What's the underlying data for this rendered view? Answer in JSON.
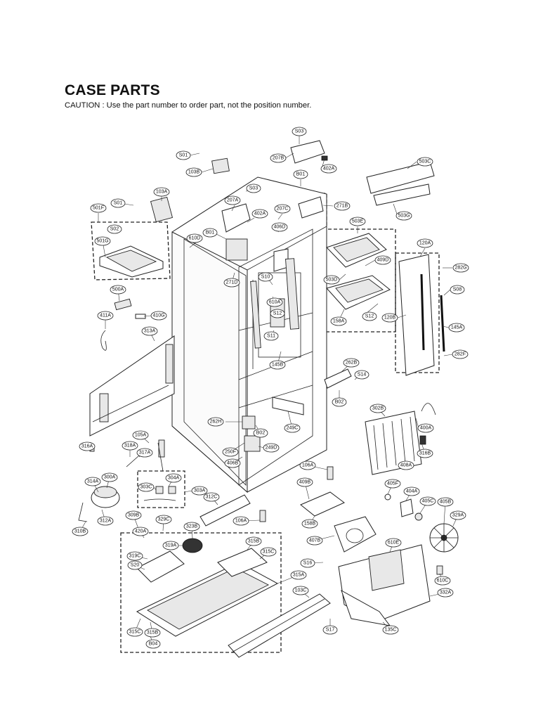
{
  "document": {
    "title": "CASE PARTS",
    "caution": "CAUTION : Use the part number to order part, not the position number."
  },
  "labels": [
    {
      "id": "S03a",
      "text": "S03"
    },
    {
      "id": "S01a",
      "text": "S01"
    },
    {
      "id": "207B",
      "text": "207B"
    },
    {
      "id": "402Aa",
      "text": "402A"
    },
    {
      "id": "503C",
      "text": "503C"
    },
    {
      "id": "103B",
      "text": "103B"
    },
    {
      "id": "B01a",
      "text": "B01"
    },
    {
      "id": "S03b",
      "text": "S03"
    },
    {
      "id": "103A",
      "text": "103A"
    },
    {
      "id": "207A",
      "text": "207A"
    },
    {
      "id": "S01b",
      "text": "S01"
    },
    {
      "id": "207C",
      "text": "207C"
    },
    {
      "id": "271B",
      "text": "271B"
    },
    {
      "id": "503G",
      "text": "503G"
    },
    {
      "id": "501F",
      "text": "501F"
    },
    {
      "id": "402Ab",
      "text": "402A"
    },
    {
      "id": "503E",
      "text": "503E"
    },
    {
      "id": "S02",
      "text": "S02"
    },
    {
      "id": "406D",
      "text": "406D"
    },
    {
      "id": "B01b",
      "text": "B01"
    },
    {
      "id": "610D",
      "text": "610D"
    },
    {
      "id": "501G",
      "text": "501G"
    },
    {
      "id": "120A",
      "text": "120A"
    },
    {
      "id": "409D",
      "text": "409D"
    },
    {
      "id": "282G",
      "text": "282G"
    },
    {
      "id": "S10",
      "text": "S10"
    },
    {
      "id": "503D",
      "text": "503D"
    },
    {
      "id": "271D",
      "text": "271D"
    },
    {
      "id": "S08",
      "text": "S08"
    },
    {
      "id": "500A",
      "text": "500A"
    },
    {
      "id": "610A",
      "text": "610A"
    },
    {
      "id": "S12a",
      "text": "S12"
    },
    {
      "id": "411A",
      "text": "411A"
    },
    {
      "id": "410G",
      "text": "410G"
    },
    {
      "id": "S12b",
      "text": "S12"
    },
    {
      "id": "158A",
      "text": "158A"
    },
    {
      "id": "120B",
      "text": "120B"
    },
    {
      "id": "145A",
      "text": "145A"
    },
    {
      "id": "313A",
      "text": "313A"
    },
    {
      "id": "S11",
      "text": "S11"
    },
    {
      "id": "282F",
      "text": "282F"
    },
    {
      "id": "145B",
      "text": "145B"
    },
    {
      "id": "262B",
      "text": "262B"
    },
    {
      "id": "S14",
      "text": "S14"
    },
    {
      "id": "B02a",
      "text": "B02"
    },
    {
      "id": "302B",
      "text": "302B"
    },
    {
      "id": "262H",
      "text": "262H"
    },
    {
      "id": "B02b",
      "text": "B02"
    },
    {
      "id": "249C",
      "text": "249C"
    },
    {
      "id": "400A",
      "text": "400A"
    },
    {
      "id": "105A",
      "text": "105A"
    },
    {
      "id": "316A",
      "text": "316A"
    },
    {
      "id": "318A",
      "text": "318A"
    },
    {
      "id": "317A",
      "text": "317A"
    },
    {
      "id": "250F",
      "text": "250F"
    },
    {
      "id": "249D",
      "text": "249D"
    },
    {
      "id": "316B",
      "text": "316B"
    },
    {
      "id": "406B",
      "text": "406B"
    },
    {
      "id": "106Aa",
      "text": "106A"
    },
    {
      "id": "408A",
      "text": "408A"
    },
    {
      "id": "304A",
      "text": "304A"
    },
    {
      "id": "314A",
      "text": "314A"
    },
    {
      "id": "300A",
      "text": "300A"
    },
    {
      "id": "303C",
      "text": "303C"
    },
    {
      "id": "405F",
      "text": "405F"
    },
    {
      "id": "409B",
      "text": "409B"
    },
    {
      "id": "303A",
      "text": "303A"
    },
    {
      "id": "404A",
      "text": "404A"
    },
    {
      "id": "312C",
      "text": "312C"
    },
    {
      "id": "405C",
      "text": "405C"
    },
    {
      "id": "405B",
      "text": "405B"
    },
    {
      "id": "309B",
      "text": "309B"
    },
    {
      "id": "312A",
      "text": "312A"
    },
    {
      "id": "329C",
      "text": "329C"
    },
    {
      "id": "106Ab",
      "text": "106A"
    },
    {
      "id": "158B",
      "text": "158B"
    },
    {
      "id": "329A",
      "text": "329A"
    },
    {
      "id": "310B",
      "text": "310B"
    },
    {
      "id": "420A",
      "text": "420A"
    },
    {
      "id": "323B",
      "text": "323B"
    },
    {
      "id": "315B",
      "text": "315B"
    },
    {
      "id": "407B",
      "text": "407B"
    },
    {
      "id": "610E",
      "text": "610E"
    },
    {
      "id": "319A",
      "text": "319A"
    },
    {
      "id": "315C",
      "text": "315C"
    },
    {
      "id": "319C",
      "text": "319C"
    },
    {
      "id": "S16",
      "text": "S16"
    },
    {
      "id": "S20",
      "text": "S20"
    },
    {
      "id": "315A",
      "text": "315A"
    },
    {
      "id": "610C",
      "text": "610C"
    },
    {
      "id": "103C",
      "text": "103C"
    },
    {
      "id": "332A",
      "text": "332A"
    },
    {
      "id": "315Cb",
      "text": "315C"
    },
    {
      "id": "315Bb",
      "text": "315B"
    },
    {
      "id": "S17",
      "text": "S17"
    },
    {
      "id": "135C",
      "text": "135C"
    },
    {
      "id": "B04",
      "text": "B04"
    }
  ]
}
